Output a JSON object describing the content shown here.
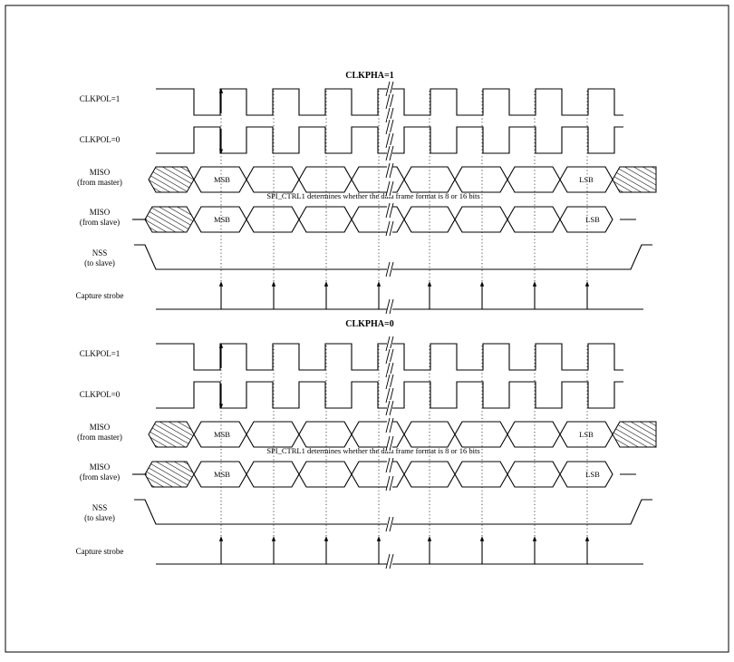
{
  "diagram": {
    "sections": [
      {
        "title": "CLKPHA=1",
        "signals": {
          "clk_pol1": "CLKPOL=1",
          "clk_pol0": "CLKPOL=0",
          "miso_master": [
            "MISO",
            "(from master)"
          ],
          "miso_slave": [
            "MISO",
            "(from slave)"
          ],
          "nss": [
            "NSS",
            "(to slave)"
          ],
          "capture": "Capture strobe"
        },
        "msb": "MSB",
        "lsb": "LSB",
        "note": "SPI_CTRL1 determines whether the data frame format is 8 or 16 bits"
      },
      {
        "title": "CLKPHA=0",
        "signals": {
          "clk_pol1": "CLKPOL=1",
          "clk_pol0": "CLKPOL=0",
          "miso_master": [
            "MISO",
            "(from master)"
          ],
          "miso_slave": [
            "MISO",
            "(from slave)"
          ],
          "nss": [
            "NSS",
            "(to slave)"
          ],
          "capture": "Capture strobe"
        },
        "msb": "MSB",
        "lsb": "LSB",
        "note": "SPI_CTRL1 determines whether the data frame format is 8 or 16 bits"
      }
    ]
  }
}
